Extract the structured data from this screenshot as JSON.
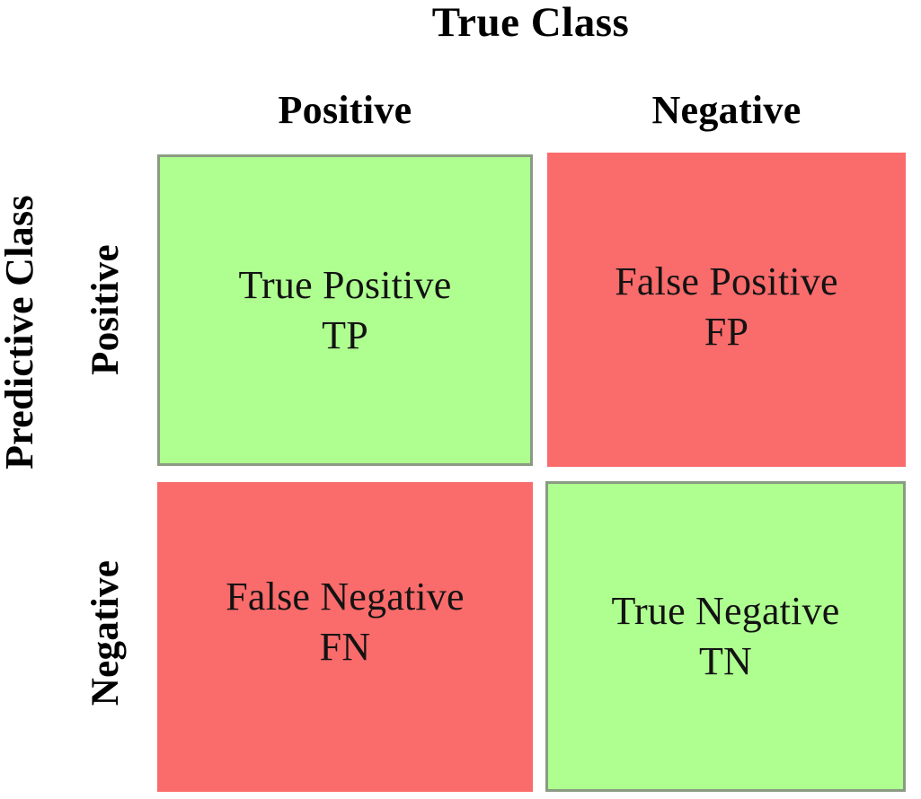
{
  "figure": {
    "type": "confusion-matrix",
    "top_axis_title": "True Class",
    "left_axis_title": "Predictive Class",
    "column_headers": [
      "Positive",
      "Negative"
    ],
    "row_headers": [
      "Positive",
      "Negative"
    ],
    "colors": {
      "correct_cell_fill": "#aefe90",
      "correct_cell_border": "#8b9b83",
      "incorrect_cell_fill": "#fa6b6b",
      "background": "#ffffff",
      "text": "#131313"
    },
    "cells": [
      {
        "id": "tp",
        "row": "Positive",
        "column": "Positive",
        "label": "True Positive",
        "abbr": "TP",
        "outcome": "correct",
        "fill": "#aefe90"
      },
      {
        "id": "fp",
        "row": "Positive",
        "column": "Negative",
        "label": "False Positive",
        "abbr": "FP",
        "outcome": "incorrect",
        "fill": "#fa6b6b"
      },
      {
        "id": "fn",
        "row": "Negative",
        "column": "Positive",
        "label": "False Negative",
        "abbr": "FN",
        "outcome": "incorrect",
        "fill": "#fa6b6b"
      },
      {
        "id": "tn",
        "row": "Negative",
        "column": "Negative",
        "label": "True Negative",
        "abbr": "TN",
        "outcome": "correct",
        "fill": "#aefe90"
      }
    ]
  }
}
